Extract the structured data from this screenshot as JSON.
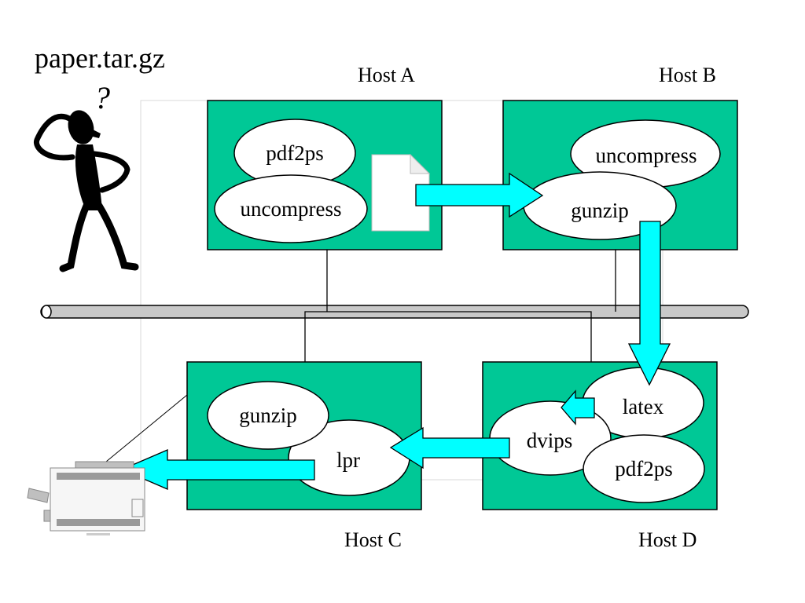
{
  "title": "paper.tar.gz",
  "question_mark": "?",
  "hosts": {
    "a": {
      "label": "Host A"
    },
    "b": {
      "label": "Host B"
    },
    "c": {
      "label": "Host C"
    },
    "d": {
      "label": "Host D"
    }
  },
  "processes": {
    "a_pdf2ps": "pdf2ps",
    "a_uncompress": "uncompress",
    "b_uncompress": "uncompress",
    "b_gunzip": "gunzip",
    "c_gunzip": "gunzip",
    "c_lpr": "lpr",
    "d_latex": "latex",
    "d_dvips": "dvips",
    "d_pdf2ps": "pdf2ps"
  },
  "colors": {
    "host_fill": "#00c896",
    "arrow_fill": "#00ffff",
    "bus_fill": "#c8c8c8",
    "ellipse_fill": "#ffffff"
  },
  "icons": {
    "thinking_person": "stick-figure-scratching-head",
    "document": "document-page-icon",
    "printer": "printer-icon"
  }
}
